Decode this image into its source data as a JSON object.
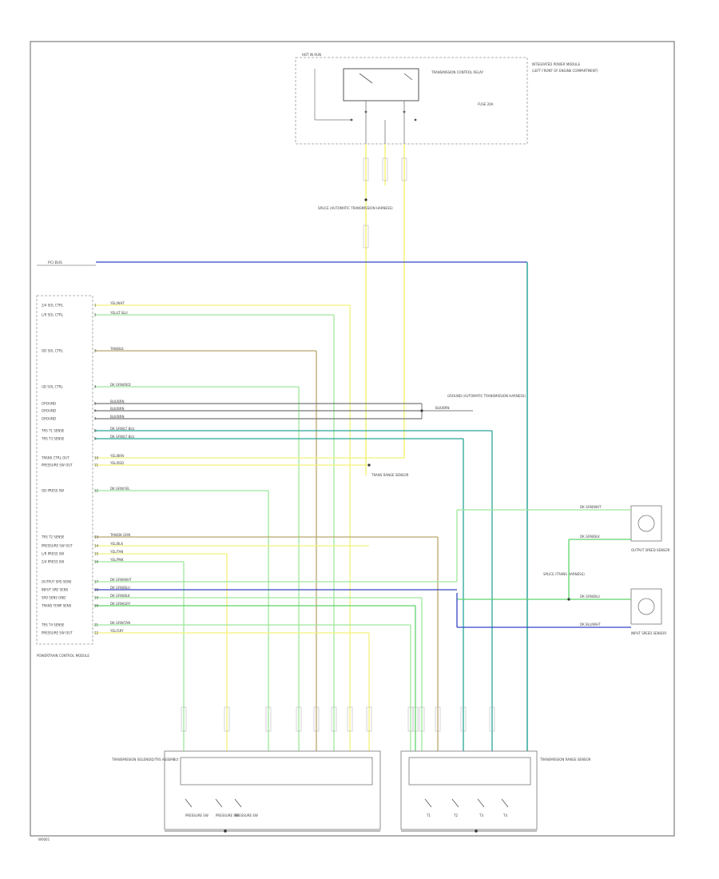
{
  "colors": {
    "yellow": "#f4f27a",
    "light_green": "#9ee89a",
    "green": "#5ed46a",
    "tan": "#b8a66e",
    "blue": "#3345c4",
    "teal": "#2aa598",
    "gray": "#777777",
    "frame": "#555555"
  },
  "top_box": {
    "title_left": "HOT IN RUN",
    "relay": "TRANSMISSION CONTROL RELAY",
    "right_label_1": "INTEGRATED POWER MODULE",
    "right_label_2": "(LEFT FRONT OF ENGINE COMPARTMENT)",
    "fuse": "FUSE 20A"
  },
  "mid_labels": {
    "splice": "SPLICE (AUTOMATIC TRANSMISSION HARNESS)",
    "comm_bus": "PCI BUS",
    "ground": "GROUND (AUTOMATIC TRANSMISSION HARNESS)",
    "sensor": "TRANS RANGE SENSOR"
  },
  "pcm": {
    "name": "POWERTRAIN CONTROL MODULE",
    "pins": [
      {
        "label": "2/4 SOL CTRL",
        "wire": "YEL/WHT"
      },
      {
        "label": "L/R SOL CTRL",
        "wire": "YEL/LT BLU"
      },
      {
        "label": "OD SOL CTRL",
        "wire": "TAN/BLK"
      },
      {
        "label": "UD SOL CTRL",
        "wire": "DK GRN/RED"
      },
      {
        "label": "GROUND",
        "wire": "BLK/BRN"
      },
      {
        "label": "GROUND",
        "wire": "BLK/BRN"
      },
      {
        "label": "GROUND",
        "wire": "BLK/BRN"
      },
      {
        "label": "TRS T1 SENSE",
        "wire": "DK GRN/LT BLU"
      },
      {
        "label": "TRS T3 SENSE",
        "wire": "DK GRN/LT BLU"
      },
      {
        "label": "TRANS CTRL OUT",
        "wire": "YEL/BRN"
      },
      {
        "label": "PRESSURE SW OUT",
        "wire": "YEL/RED"
      },
      {
        "label": "OD PRESS SW",
        "wire": "DK GRN/YEL"
      },
      {
        "label": "TRS T2 SENSE",
        "wire": "TAN/DK GRN"
      },
      {
        "label": "PRESSURE SW OUT",
        "wire": "YEL/BLK"
      },
      {
        "label": "L/R PRESS SW",
        "wire": "YEL/TAN"
      },
      {
        "label": "2/4 PRESS SW",
        "wire": "YEL/PNK"
      },
      {
        "label": "OUTPUT SPD SENS",
        "wire": "DK GRN/WHT"
      },
      {
        "label": "INPUT SPD SENS",
        "wire": "DK GRN/BLU"
      },
      {
        "label": "SPD SENS GND",
        "wire": "DK GRN/BLK"
      },
      {
        "label": "TRANS TEMP SENS",
        "wire": "DK GRN/GRY"
      },
      {
        "label": "TRS T4 SENSE",
        "wire": "DK GRN/TAN"
      },
      {
        "label": "PRESSURE SW OUT",
        "wire": "YEL/GRY"
      }
    ]
  },
  "right_components": {
    "bus_wire_top": "DK GRN/WHT",
    "bus_wire_mid": "DK GRN/BLK",
    "bus_wire_low": "DK GRN/BLU",
    "bus_wire_bot": "DK BLU/WHT",
    "output_sensor": "OUTPUT SPEED SENSOR",
    "input_sensor": "INPUT SPEED SENSOR",
    "splice_right": "SPLICE (TRANS HARNESS)"
  },
  "bottom": {
    "left_module": "TRANSMISSION SOLENOID/TRS ASSEMBLY",
    "right_module": "TRANSMISSION RANGE SENSOR",
    "left_switch_labels": [
      "PRESSURE SW",
      "PRESSURE SW",
      "PRESSURE SW"
    ],
    "right_switch_labels": [
      "T1",
      "T2",
      "T3",
      "T4"
    ]
  },
  "footer_id": "W0001"
}
